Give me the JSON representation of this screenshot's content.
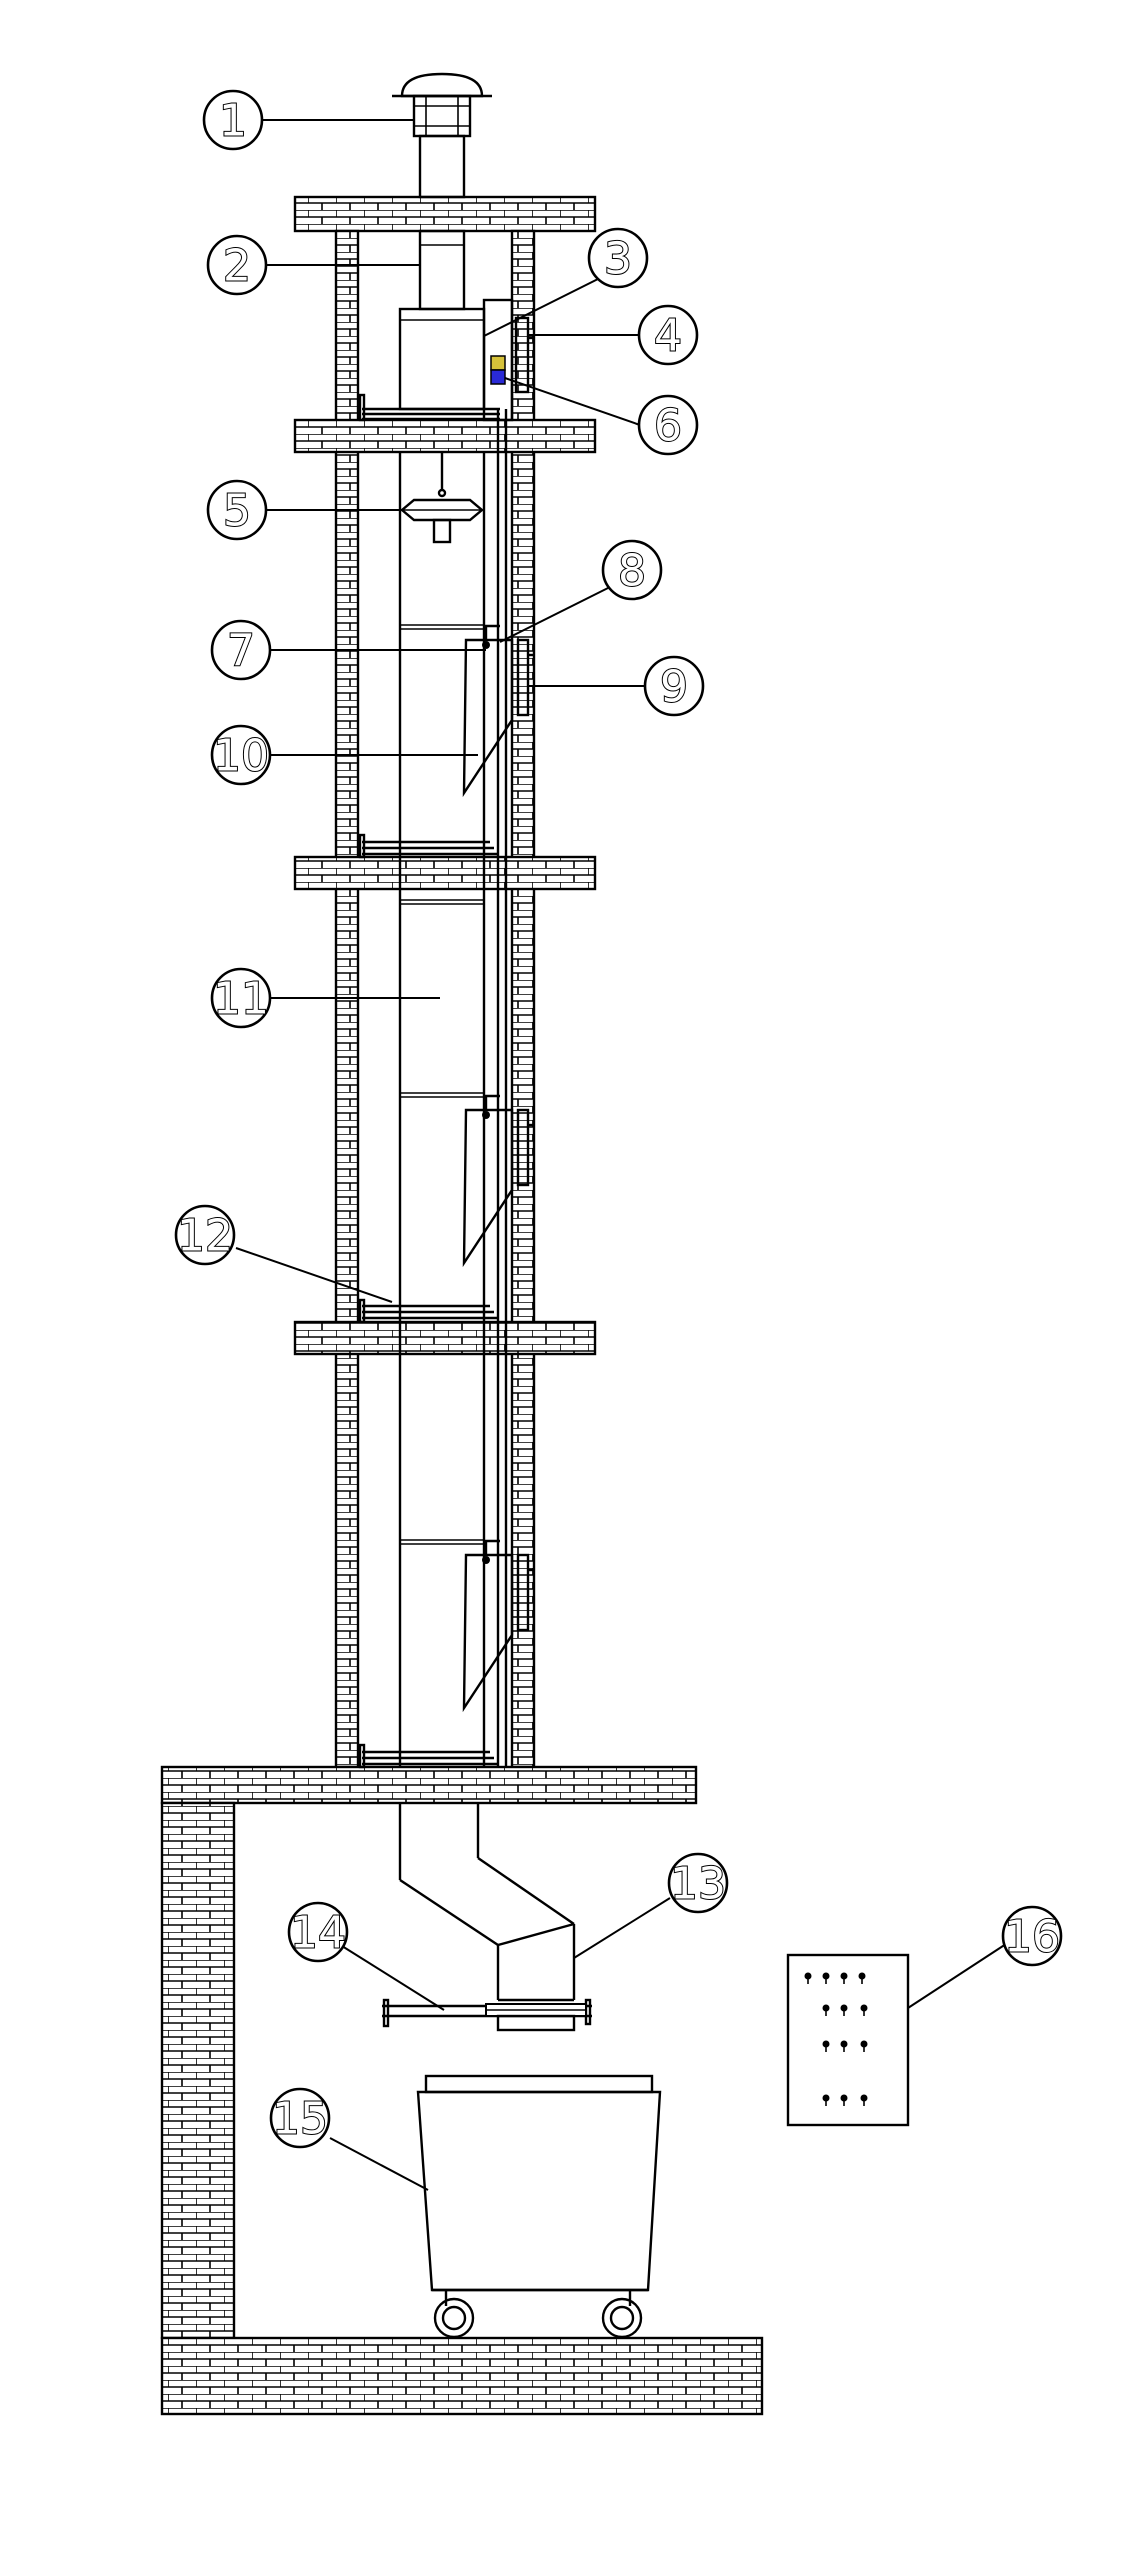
{
  "callouts": [
    {
      "label": "1"
    },
    {
      "label": "2"
    },
    {
      "label": "3"
    },
    {
      "label": "4"
    },
    {
      "label": "5"
    },
    {
      "label": "6"
    },
    {
      "label": "7"
    },
    {
      "label": "8"
    },
    {
      "label": "9"
    },
    {
      "label": "10"
    },
    {
      "label": "11"
    },
    {
      "label": "12"
    },
    {
      "label": "13"
    },
    {
      "label": "14"
    },
    {
      "label": "15"
    },
    {
      "label": "16"
    }
  ],
  "colors": {
    "line": "#000000",
    "background": "#ffffff",
    "sensor_blue": "#2a2ad6",
    "sensor_yellow": "#d6c23a"
  }
}
